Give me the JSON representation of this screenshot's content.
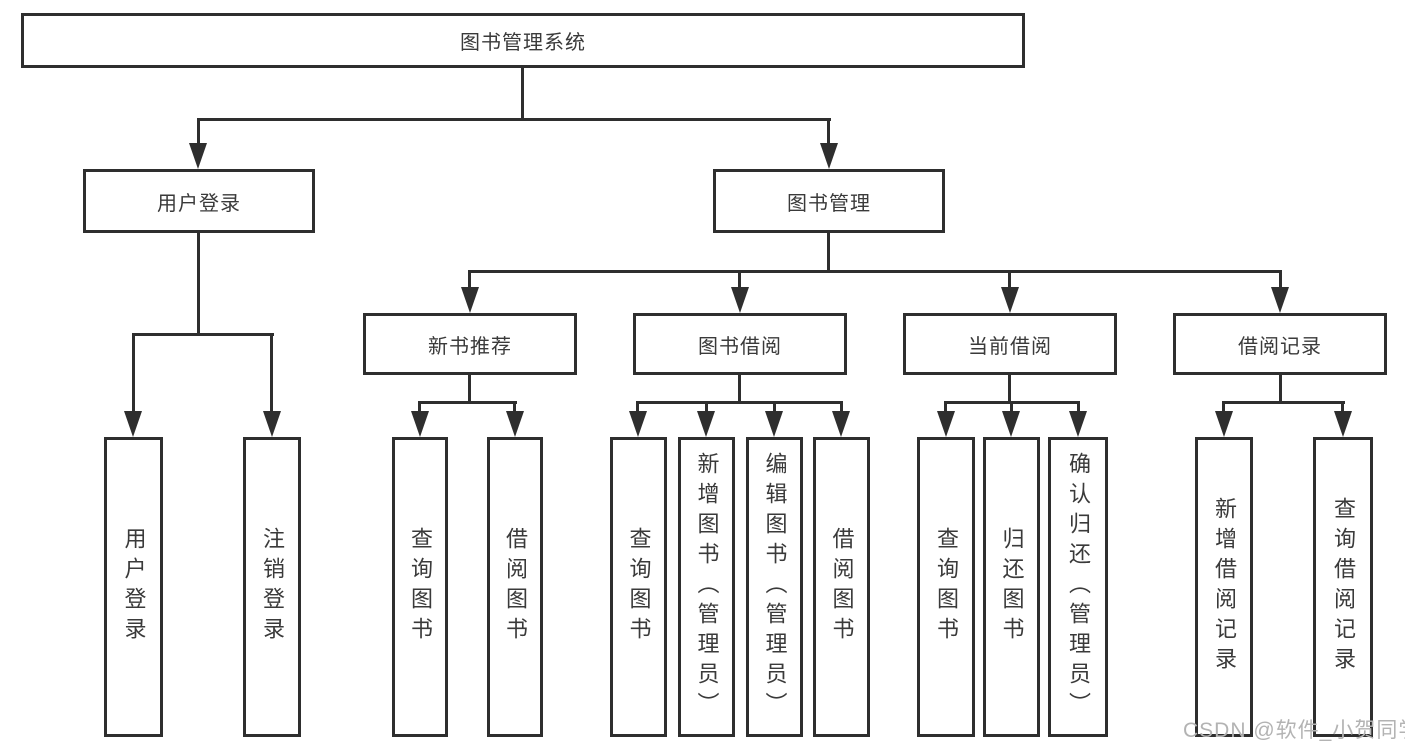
{
  "nodes": {
    "root": {
      "label": "图书管理系统"
    },
    "user_login": {
      "label": "用户登录"
    },
    "book_management": {
      "label": "图书管理"
    },
    "new_book_recommend": {
      "label": "新书推荐"
    },
    "book_borrow": {
      "label": "图书借阅"
    },
    "current_borrow": {
      "label": "当前借阅"
    },
    "borrow_records": {
      "label": "借阅记录"
    },
    "leaf_user_login": {
      "label": "用户登录"
    },
    "leaf_logout": {
      "label": "注销登录"
    },
    "leaf_rec_query_books": {
      "label": "查询图书"
    },
    "leaf_rec_borrow_books": {
      "label": "借阅图书"
    },
    "leaf_bb_query_books": {
      "label": "查询图书"
    },
    "leaf_bb_add_books": {
      "label": "新增图书（管理员）"
    },
    "leaf_bb_edit_books": {
      "label": "编辑图书（管理员）"
    },
    "leaf_bb_borrow_books": {
      "label": "借阅图书"
    },
    "leaf_cb_query_books": {
      "label": "查询图书"
    },
    "leaf_cb_return_books": {
      "label": "归还图书"
    },
    "leaf_cb_confirm_return": {
      "label": "确认归还（管理员）"
    },
    "leaf_br_add_record": {
      "label": "新增借阅记录"
    },
    "leaf_br_query_record": {
      "label": "查询借阅记录"
    }
  },
  "watermark": "CSDN @软件_小贺同学",
  "colors": {
    "line": "#2e2e2e",
    "text": "#3a3a3a",
    "background": "#ffffff",
    "watermark": "#b3b3b3"
  }
}
